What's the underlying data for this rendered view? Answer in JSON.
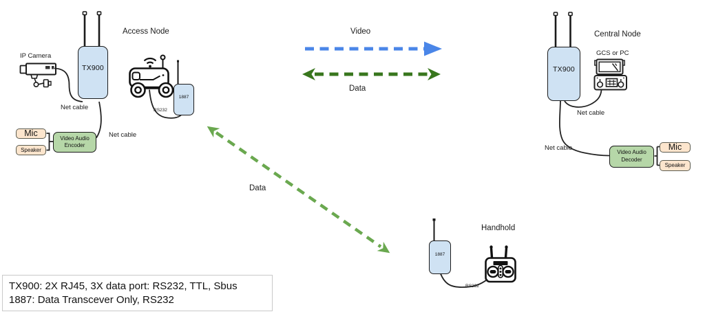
{
  "strings": {
    "net_cable": "Net cable",
    "rs232": "RS232"
  },
  "access_node": {
    "title": "Access Node",
    "camera_label": "IP Camera",
    "tx900": "TX900",
    "radio": "1887",
    "mic": "Mic",
    "speaker": "Speaker",
    "encoder_line1": "Video Audio",
    "encoder_line2": "Encoder"
  },
  "links": {
    "video_label": "Video",
    "data_label": "Data",
    "diagonal_data_label": "Data",
    "video_color": "#4a86e8",
    "data_color": "#38761d",
    "diagonal_data_color": "#6aa84f"
  },
  "central_node": {
    "title": "Central Node",
    "tx900": "TX900",
    "gcs_label": "GCS or PC",
    "decoder_line1": "Video Audio",
    "decoder_line2": "Decoder",
    "mic": "Mic",
    "speaker": "Speaker"
  },
  "handhold_node": {
    "title": "Handhold",
    "radio": "1887"
  },
  "note": {
    "line1": "TX900: 2X RJ45, 3X data port: RS232, TTL, Sbus",
    "line2": "1887: Data Transcever Only, RS232"
  },
  "colors": {
    "device_fill": "#cfe2f3",
    "codec_fill": "#b6d7a8",
    "audio_fill": "#fce5cd",
    "background": "#ffffff"
  }
}
